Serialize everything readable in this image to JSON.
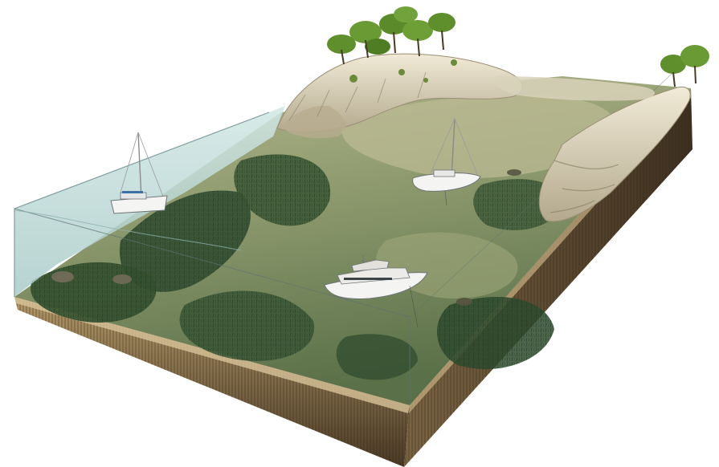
{
  "colors": {
    "background": "#ffffff",
    "water": "#bcd9d6",
    "water_edge": "#7f9c9e",
    "seabed_light": "#a3ad80",
    "seabed_dark": "#4f6a45",
    "seagrass": "#2f4a30",
    "sediment_front": "#5e4c34",
    "sediment_light": "#c8b080",
    "cliff_rock": "#e4dcc4",
    "cliff_shadow": "#8d8068",
    "tree_foliage": "#5f8f2c",
    "boat_hull": "#f4f4f2"
  },
  "scene": {
    "elements": [
      "water-block",
      "seabed",
      "seagrass-meadows",
      "headland-cliff",
      "coastal-trees",
      "sailing-catamaran",
      "moored-sailboat",
      "motor-yacht",
      "sediment-cross-section"
    ]
  }
}
